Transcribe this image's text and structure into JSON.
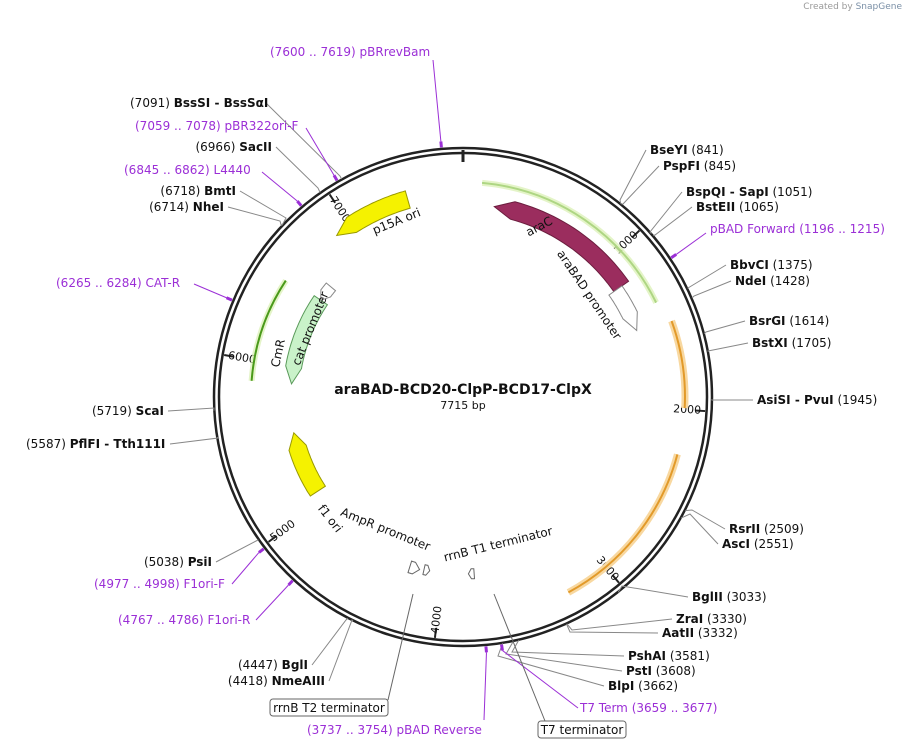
{
  "credit": {
    "prefix": "Created by",
    "brand": "SnapGene"
  },
  "plasmid": {
    "name": "araBAD-BCD20-ClpP-BCD17-ClpX",
    "length_label": "7715 bp",
    "length": 7715
  },
  "ticks": [
    {
      "label": "1000",
      "pos": 1000
    },
    {
      "label": "2000",
      "pos": 2000
    },
    {
      "label": "3000",
      "pos": 3000
    },
    {
      "label": "4000",
      "pos": 4000
    },
    {
      "label": "5000",
      "pos": 5000
    },
    {
      "label": "6000",
      "pos": 6000
    },
    {
      "label": "7000",
      "pos": 7000
    }
  ],
  "enzymes": [
    {
      "name": "BssSI",
      "name2": "BssSαI",
      "pos_label": "(7091)",
      "pos": 7091,
      "pos_first": true
    },
    {
      "name": "SacII",
      "pos_label": "(6966)",
      "pos": 6966,
      "pos_first": true
    },
    {
      "name": "BmtI",
      "pos_label": "(6718)",
      "pos": 6718,
      "pos_first": true
    },
    {
      "name": "NheI",
      "pos_label": "(6714)",
      "pos": 6714,
      "pos_first": true
    },
    {
      "name": "ScaI",
      "pos_label": "(5719)",
      "pos": 5719,
      "pos_first": true
    },
    {
      "name": "PflFI",
      "name2": "Tth111I",
      "pos_label": "(5587)",
      "pos": 5587,
      "pos_first": true
    },
    {
      "name": "PsiI",
      "pos_label": "(5038)",
      "pos": 5038,
      "pos_first": true
    },
    {
      "name": "BglI",
      "pos_label": "(4447)",
      "pos": 4447,
      "pos_first": true
    },
    {
      "name": "NmeAIII",
      "pos_label": "(4418)",
      "pos": 4418,
      "pos_first": true
    },
    {
      "name": "BseYI",
      "pos_label": "(841)",
      "pos": 841,
      "pos_first": false
    },
    {
      "name": "PspFI",
      "pos_label": "(845)",
      "pos": 845,
      "pos_first": false
    },
    {
      "name": "BspQI",
      "name2": "SapI",
      "pos_label": "(1051)",
      "pos": 1051,
      "pos_first": false
    },
    {
      "name": "BstEII",
      "pos_label": "(1065)",
      "pos": 1065,
      "pos_first": false
    },
    {
      "name": "BbvCI",
      "pos_label": "(1375)",
      "pos": 1375,
      "pos_first": false
    },
    {
      "name": "NdeI",
      "pos_label": "(1428)",
      "pos": 1428,
      "pos_first": false
    },
    {
      "name": "BsrGI",
      "pos_label": "(1614)",
      "pos": 1614,
      "pos_first": false
    },
    {
      "name": "BstXI",
      "pos_label": "(1705)",
      "pos": 1705,
      "pos_first": false
    },
    {
      "name": "AsiSI",
      "name2": "PvuI",
      "pos_label": "(1945)",
      "pos": 1945,
      "pos_first": false
    },
    {
      "name": "RsrII",
      "pos_label": "(2509)",
      "pos": 2509,
      "pos_first": false
    },
    {
      "name": "AscI",
      "pos_label": "(2551)",
      "pos": 2551,
      "pos_first": false
    },
    {
      "name": "BglII",
      "pos_label": "(3033)",
      "pos": 3033,
      "pos_first": false
    },
    {
      "name": "ZraI",
      "pos_label": "(3330)",
      "pos": 3330,
      "pos_first": false
    },
    {
      "name": "AatII",
      "pos_label": "(3332)",
      "pos": 3332,
      "pos_first": false
    },
    {
      "name": "PshAI",
      "pos_label": "(3581)",
      "pos": 3581,
      "pos_first": false
    },
    {
      "name": "PstI",
      "pos_label": "(3608)",
      "pos": 3608,
      "pos_first": false
    },
    {
      "name": "BlpI",
      "pos_label": "(3662)",
      "pos": 3662,
      "pos_first": false
    }
  ],
  "primers": [
    {
      "range_label": "(7600 .. 7619)",
      "name": "pBRrevBam",
      "pos": 7609,
      "pos_first": true
    },
    {
      "range_label": "(7059 .. 7078)",
      "name": "pBR322ori-F",
      "pos": 7068,
      "pos_first": true
    },
    {
      "range_label": "(6845 .. 6862)",
      "name": "L4440",
      "pos": 6853,
      "pos_first": true
    },
    {
      "range_label": "(6265 .. 6284)",
      "name": "CAT-R",
      "pos": 6274,
      "pos_first": true
    },
    {
      "range_label": "(4977 .. 4998)",
      "name": "F1ori-F",
      "pos": 4987,
      "pos_first": false
    },
    {
      "range_label": "(4767 .. 4786)",
      "name": "F1ori-R",
      "pos": 4776,
      "pos_first": false
    },
    {
      "range_label": "(3737 .. 3754)",
      "name": "pBAD Reverse",
      "pos": 3745,
      "pos_first": true
    },
    {
      "range_label": "(1196 .. 1215)",
      "name": "pBAD Forward",
      "pos": 1205,
      "pos_first": false
    },
    {
      "range_label": "(3659 .. 3677)",
      "name": "T7 Term",
      "pos": 3668,
      "pos_first": false
    }
  ],
  "features": [
    {
      "name": "araC",
      "kind": "cds",
      "color": "#9b2d5e"
    },
    {
      "name": "araBAD promoter",
      "kind": "promoter"
    },
    {
      "name": "p15A ori",
      "kind": "ori",
      "color": "#f5f200"
    },
    {
      "name": "CmR",
      "kind": "cds",
      "color": "#c9f2c9"
    },
    {
      "name": "cat promoter",
      "kind": "promoter"
    },
    {
      "name": "f1 ori",
      "kind": "ori",
      "color": "#f5f200"
    },
    {
      "name": "AmpR promoter",
      "kind": "promoter"
    },
    {
      "name": "rrnB T1 terminator",
      "kind": "terminator"
    },
    {
      "name": "rrnB T2 terminator",
      "kind": "terminator"
    },
    {
      "name": "T7 terminator",
      "kind": "terminator"
    }
  ],
  "colors": {
    "primer": "#9b2fd6",
    "green_arrow": "#4a9a1a",
    "orange_arrow": "#e8a33a",
    "backbone": "#222222"
  }
}
